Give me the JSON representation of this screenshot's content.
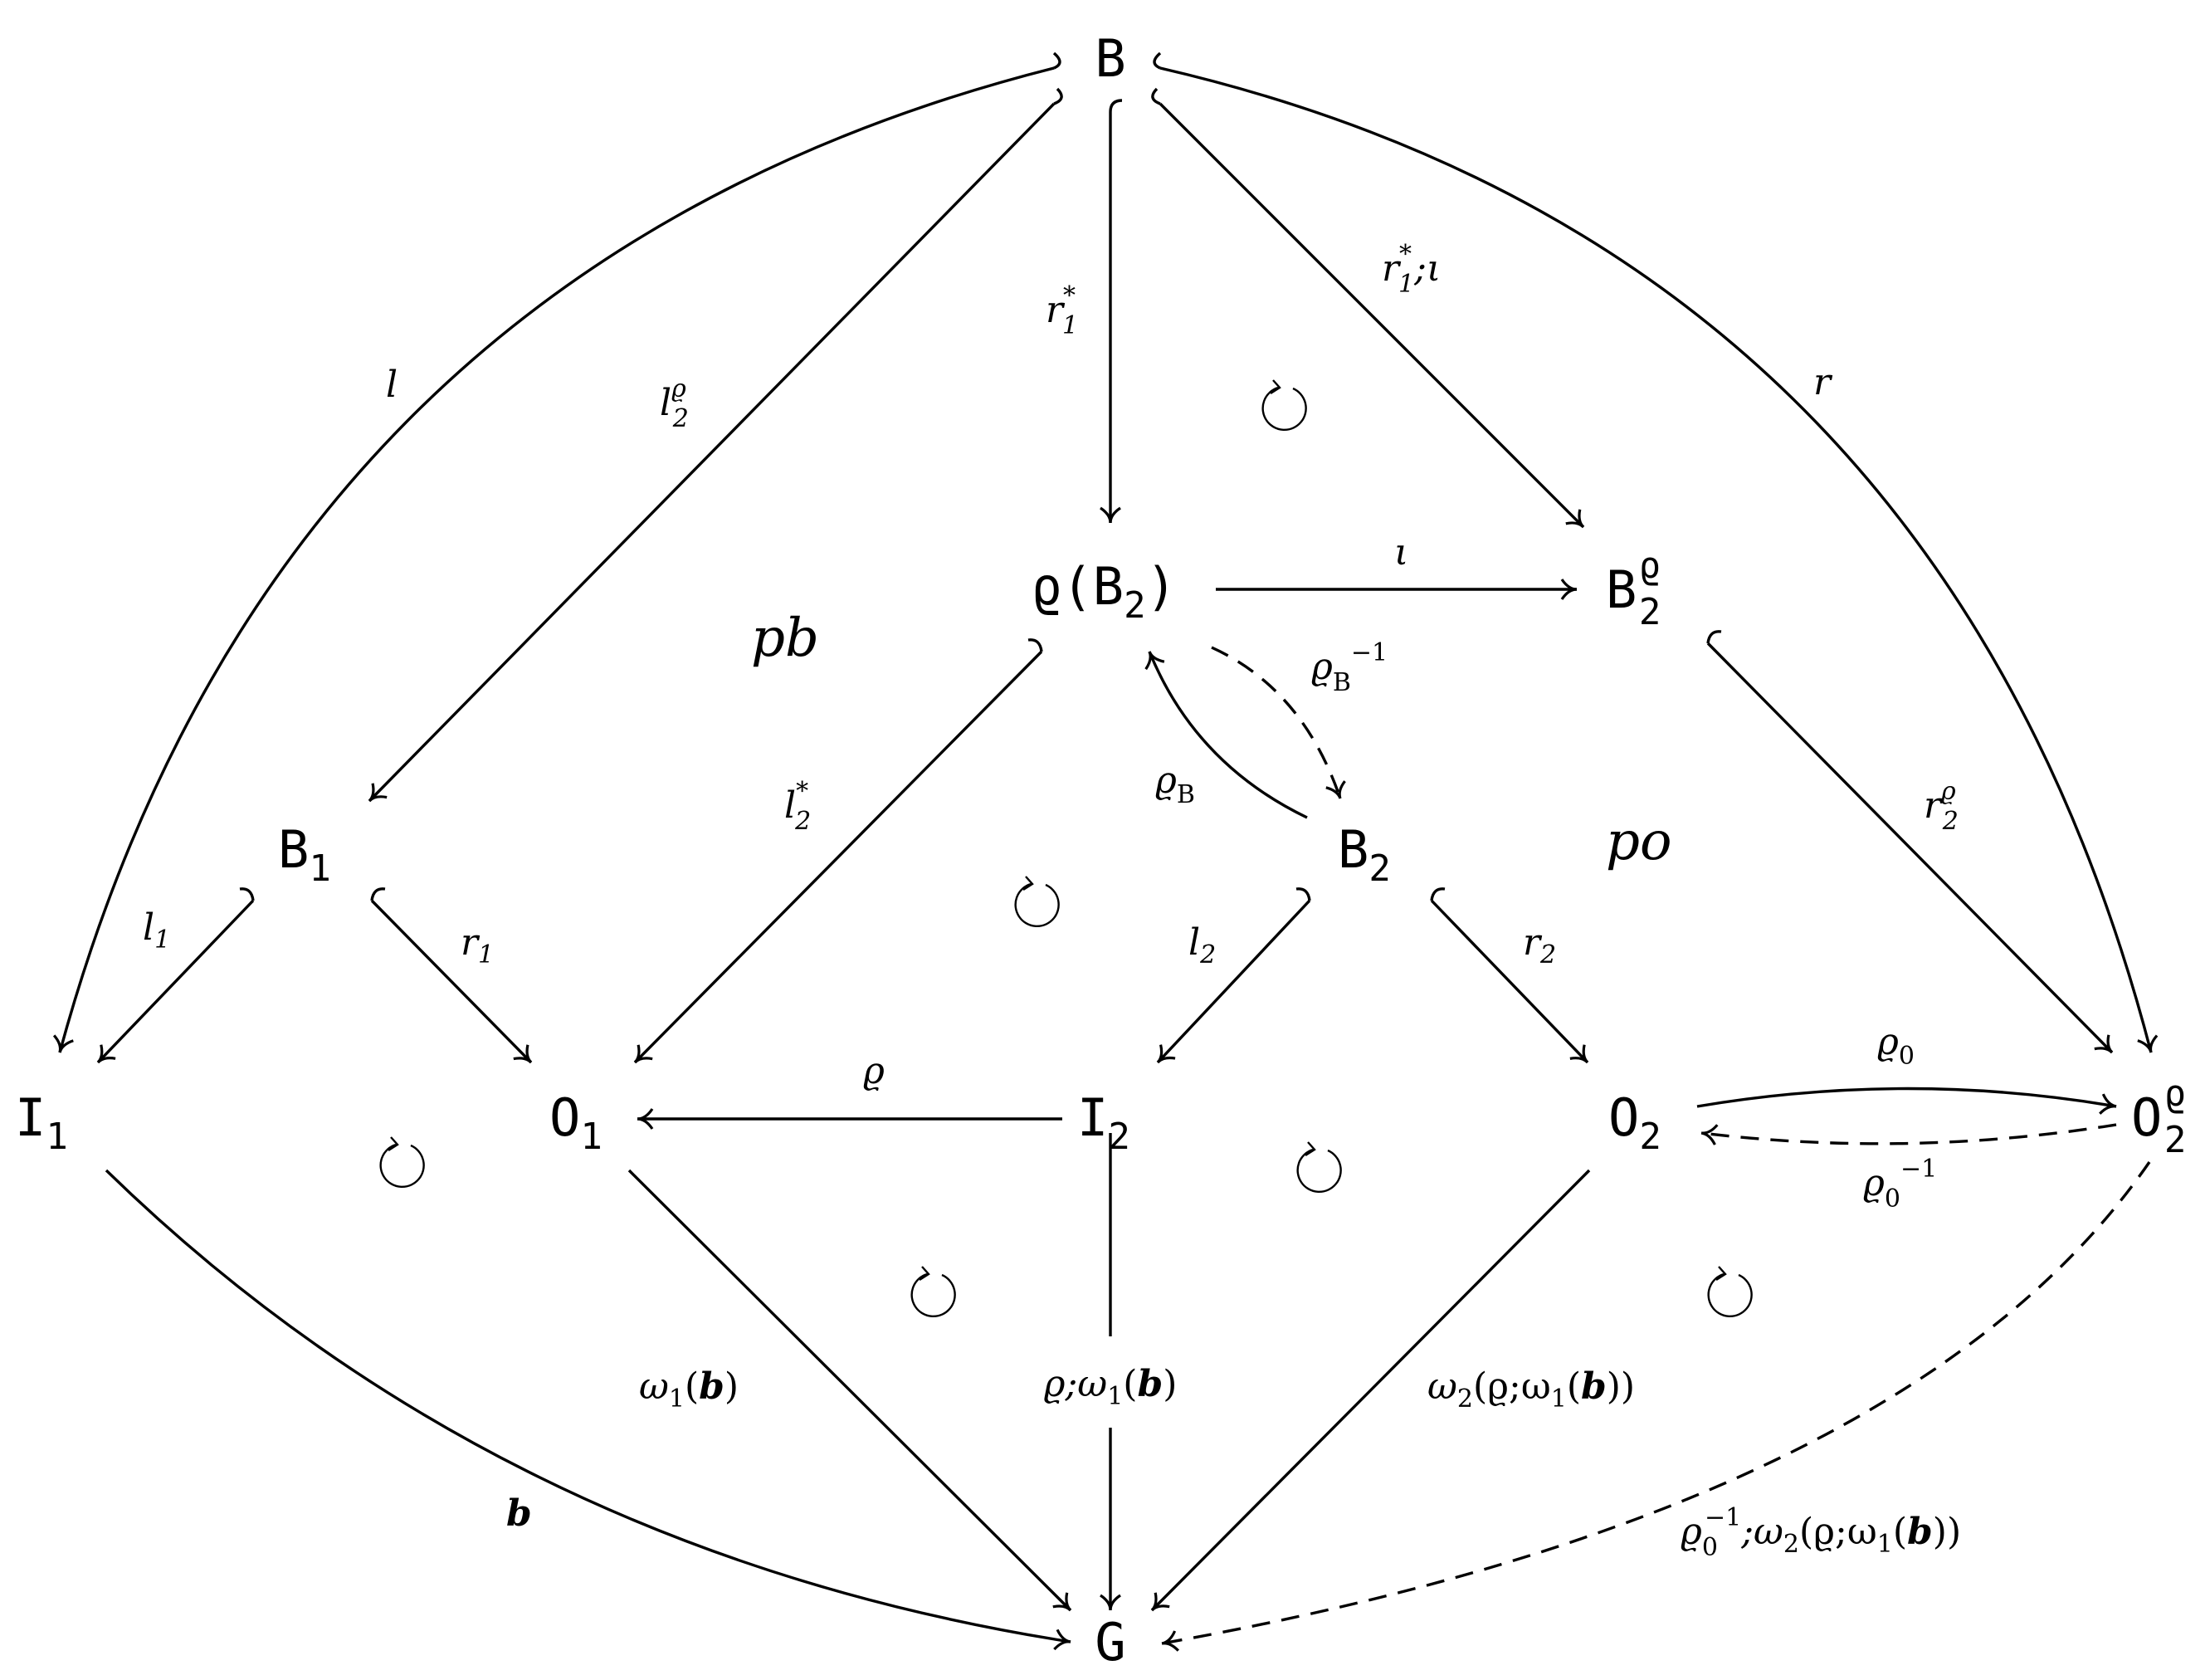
{
  "nodes": {
    "B": "B",
    "rhoB2": {
      "pre": "ϱ(B",
      "sub": "2",
      "post": ")"
    },
    "B2rho": {
      "base": "B",
      "sup": "ϱ",
      "sub": "2"
    },
    "B1": {
      "base": "B",
      "sub": "1"
    },
    "B2": {
      "base": "B",
      "sub": "2"
    },
    "I1": {
      "base": "I",
      "sub": "1"
    },
    "O1": {
      "base": "O",
      "sub": "1"
    },
    "I2": {
      "base": "I",
      "sub": "2"
    },
    "O2": {
      "base": "O",
      "sub": "2"
    },
    "O2rho": {
      "base": "O",
      "sup": "ϱ",
      "sub": "2"
    },
    "G": "G"
  },
  "labels": {
    "l": "l",
    "l2rho": {
      "base": "l",
      "sup": "ϱ",
      "sub": "2"
    },
    "r1star": {
      "base": "r",
      "sup": "*",
      "sub": "1"
    },
    "r1star_iota": {
      "base": "r",
      "sup": "*",
      "sub": "1",
      "post": ";ι"
    },
    "r": "r",
    "iota": "ι",
    "rhoBinv": {
      "base": "ϱ",
      "sub": "B",
      "sup": "−1"
    },
    "rhoB": {
      "base": "ϱ",
      "sub": "B"
    },
    "l2star": {
      "base": "l",
      "sup": "*",
      "sub": "2"
    },
    "r2rho": {
      "base": "r",
      "sup": "ϱ",
      "sub": "2"
    },
    "l1": {
      "base": "l",
      "sub": "1"
    },
    "r1": {
      "base": "r",
      "sub": "1"
    },
    "l2": {
      "base": "l",
      "sub": "2"
    },
    "r2": {
      "base": "r",
      "sub": "2"
    },
    "rho": "ϱ",
    "rho0": {
      "base": "ϱ",
      "sub": "0"
    },
    "rho0inv": {
      "base": "ϱ",
      "sub": "0",
      "sup": "−1"
    },
    "omega1b": {
      "a": "ω",
      "sub": "1",
      "b": "(",
      "c": "b",
      "d": ")"
    },
    "rho_omega1b": {
      "a": "ϱ;ω",
      "sub": "1",
      "b": "(",
      "c": "b",
      "d": ")"
    },
    "omega2": {
      "a": "ω",
      "sub": "2",
      "b": "(ϱ;ω",
      "sub2": "1",
      "c": "(",
      "d": "b",
      "e": "))"
    },
    "b": "b",
    "rho0inv_omega2": {
      "a": "ϱ",
      "sub": "0",
      "sup": "−1",
      "b": ";ω",
      "sub2": "2",
      "c": "(ϱ;ω",
      "sub3": "1",
      "d": "(",
      "e": "b",
      "f": "))"
    },
    "pb": "pb",
    "po": "po"
  }
}
